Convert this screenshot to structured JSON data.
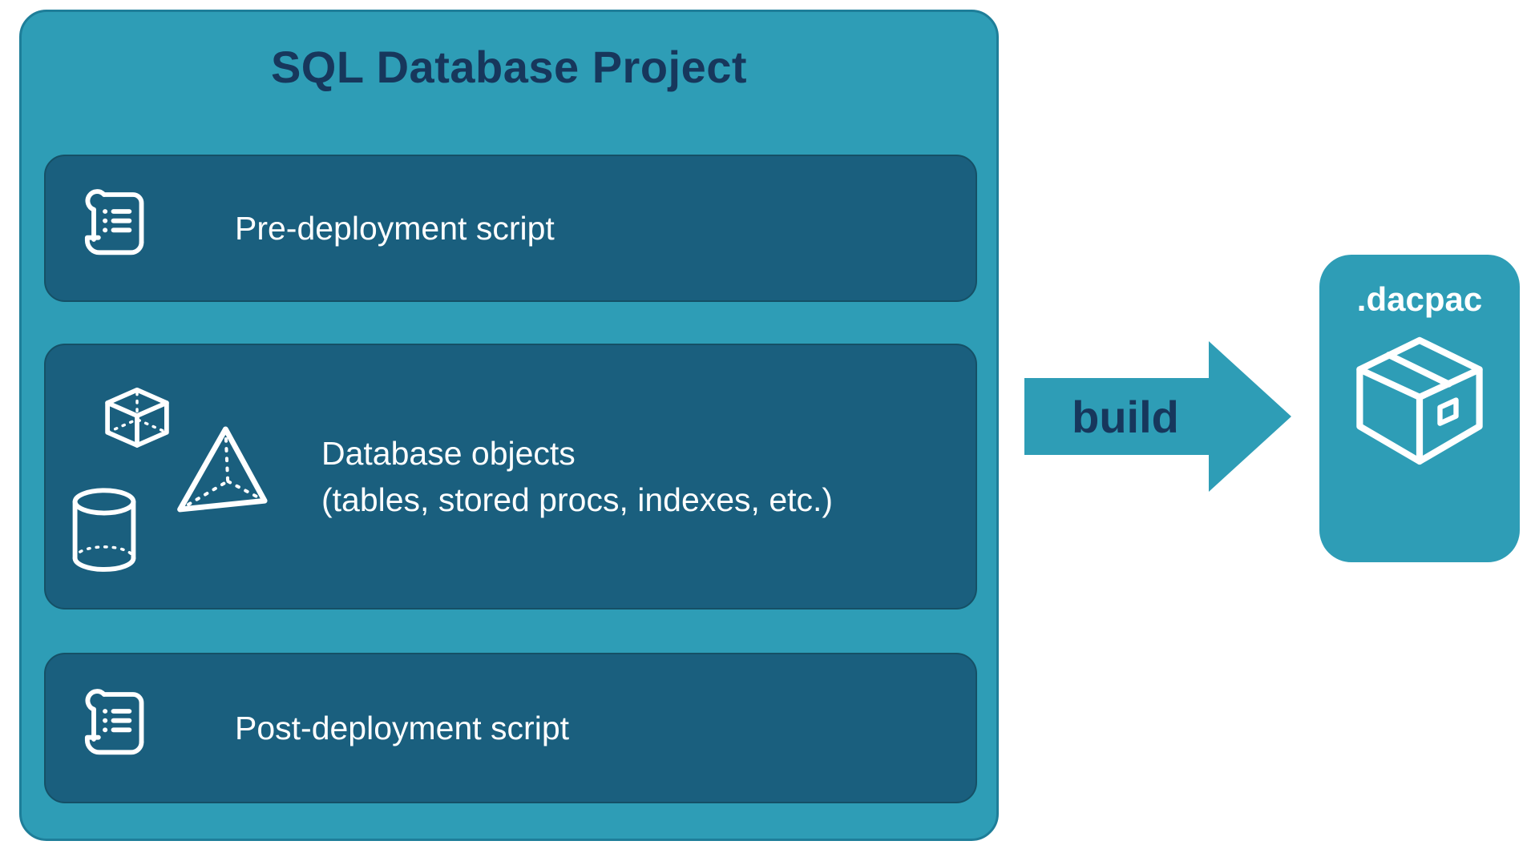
{
  "title": "SQL Database Project",
  "panels": {
    "pre": {
      "label": "Pre-deployment script",
      "icon": "scroll-icon"
    },
    "objects": {
      "lines": [
        "Database objects",
        "(tables, stored procs, indexes, etc.)"
      ],
      "icons": [
        "cube-icon",
        "pyramid-icon",
        "cylinder-icon"
      ]
    },
    "post": {
      "label": "Post-deployment script",
      "icon": "scroll-icon"
    }
  },
  "arrow": {
    "label": "build",
    "icon": "right-block-arrow"
  },
  "output": {
    "label": ".dacpac",
    "icon": "package-icon"
  },
  "colors": {
    "teal": "#2E9DB6",
    "teal_border": "#1E7E99",
    "panel": "#1A5F7E",
    "panel_border": "#155066",
    "navy": "#17375C",
    "white": "#FFFFFF"
  }
}
